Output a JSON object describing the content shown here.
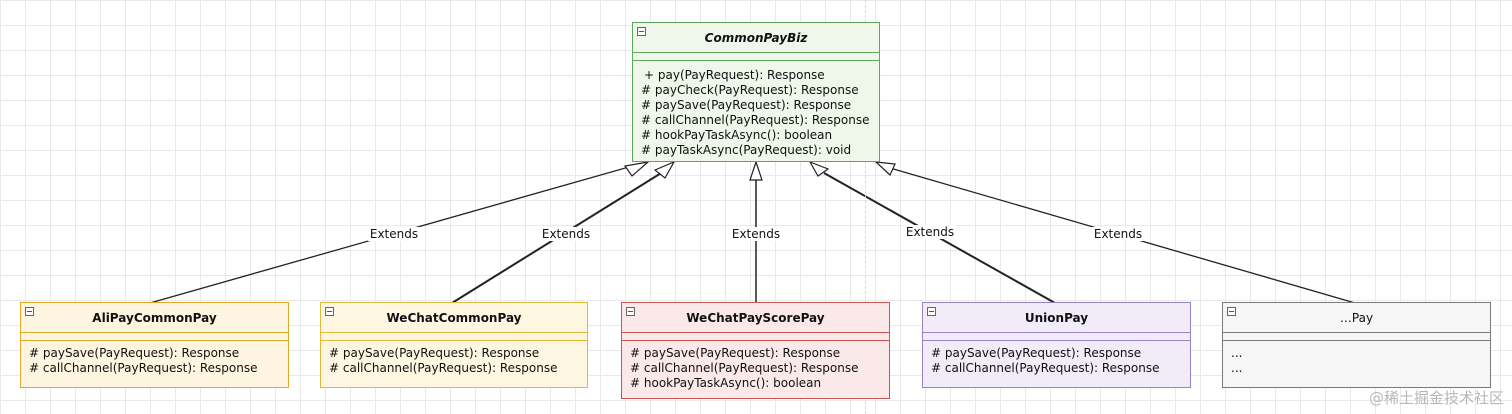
{
  "base_class": {
    "name": "CommonPayBiz",
    "operations": [
      "+ pay(PayRequest): Response",
      "# payCheck(PayRequest): Response",
      "# paySave(PayRequest): Response",
      "# callChannel(PayRequest): Response",
      "# hookPayTaskAsync(): boolean",
      "# payTaskAsync(PayRequest): void"
    ],
    "color": "#5aa95a",
    "fill": "#eef7ea"
  },
  "subclasses": [
    {
      "name": "AliPayCommonPay",
      "operations": [
        "# paySave(PayRequest): Response",
        "# callChannel(PayRequest): Response"
      ],
      "color": "#e0a826",
      "fill": "#fdf5df"
    },
    {
      "name": "WeChatCommonPay",
      "operations": [
        "# paySave(PayRequest): Response",
        "# callChannel(PayRequest): Response"
      ],
      "color": "#e2b93b",
      "fill": "#fdf7e2"
    },
    {
      "name": "WeChatPayScorePay",
      "operations": [
        "# paySave(PayRequest): Response",
        "# callChannel(PayRequest): Response",
        "# hookPayTaskAsync(): boolean"
      ],
      "color": "#c95454",
      "fill": "#fbe9e9"
    },
    {
      "name": "UnionPay",
      "operations": [
        "# paySave(PayRequest): Response",
        "# callChannel(PayRequest): Response"
      ],
      "color": "#9a83c4",
      "fill": "#f1ecf8"
    },
    {
      "name": "…Pay",
      "operations": [
        "...",
        "..."
      ],
      "color": "#7a7a7a",
      "fill": "#f6f6f6"
    }
  ],
  "edge_label": "Extends",
  "watermark": "@稀土掘金技术社区"
}
